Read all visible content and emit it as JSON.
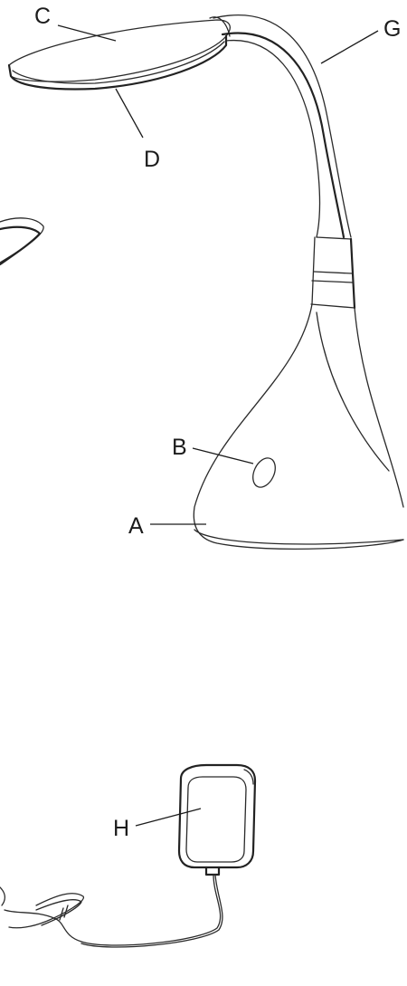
{
  "callouts": {
    "A": "A",
    "B": "B",
    "C": "C",
    "D": "D",
    "G": "G",
    "H": "H"
  }
}
